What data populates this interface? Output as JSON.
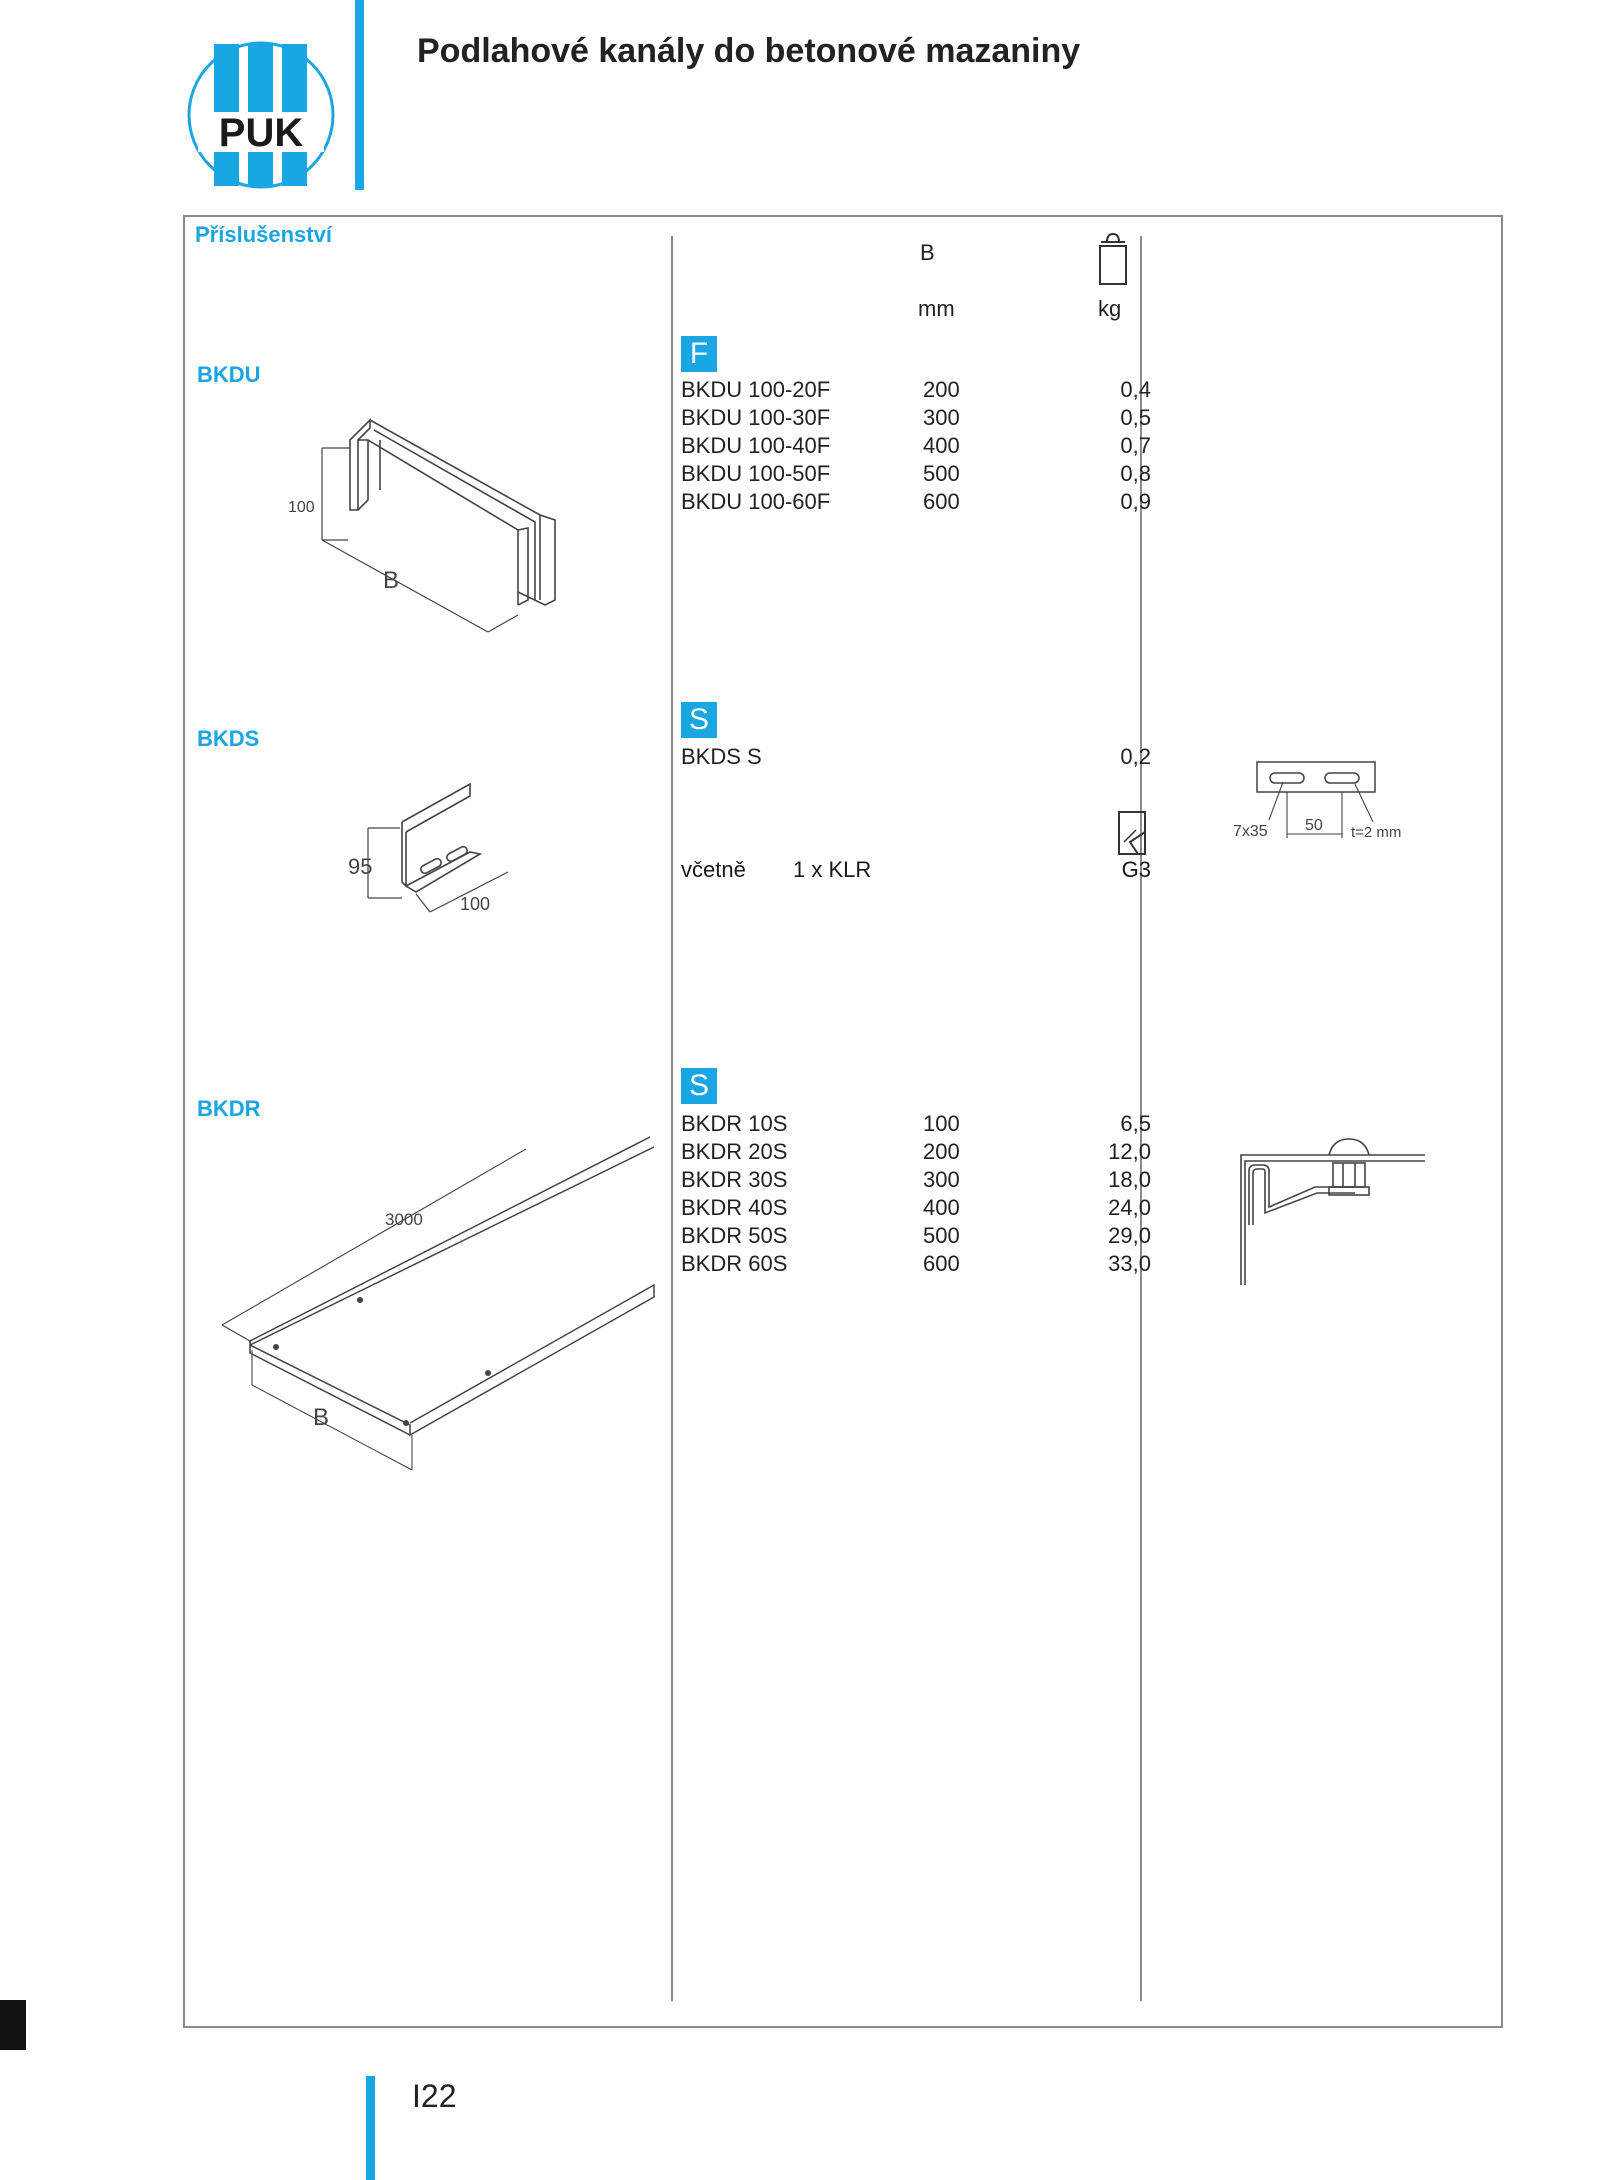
{
  "header": {
    "logo_text": "PUK",
    "title": "Podlahové kanály do betonové mazaniny"
  },
  "section_title": "Příslušenství",
  "columns": {
    "b_label": "B",
    "b_unit": "mm",
    "weight_unit": "kg",
    "weight_icon": "weight-icon"
  },
  "groups": [
    {
      "name": "BKDU",
      "badge": "F",
      "drawing_labels": {
        "height": "100",
        "width": "B"
      },
      "rows": [
        {
          "code": "BKDU 100-20F",
          "b": "200",
          "kg": "0,4"
        },
        {
          "code": "BKDU 100-30F",
          "b": "300",
          "kg": "0,5"
        },
        {
          "code": "BKDU 100-40F",
          "b": "400",
          "kg": "0,7"
        },
        {
          "code": "BKDU 100-50F",
          "b": "500",
          "kg": "0,8"
        },
        {
          "code": "BKDU 100-60F",
          "b": "600",
          "kg": "0,9"
        }
      ]
    },
    {
      "name": "BKDS",
      "badge": "S",
      "drawing_labels": {
        "height": "95",
        "depth": "100"
      },
      "rows": [
        {
          "code": "BKDS S",
          "b": "",
          "kg": "0,2"
        }
      ],
      "includes_label": "včetně",
      "includes_item": "1 x KLR",
      "includes_icon": "bag-icon",
      "includes_code": "G3",
      "detail_labels": {
        "slot": "7x35",
        "spacing": "50",
        "thickness": "t=2 mm"
      }
    },
    {
      "name": "BKDR",
      "badge": "S",
      "drawing_labels": {
        "length": "3000",
        "width": "B"
      },
      "rows": [
        {
          "code": "BKDR 10S",
          "b": "100",
          "kg": "6,5"
        },
        {
          "code": "BKDR 20S",
          "b": "200",
          "kg": "12,0"
        },
        {
          "code": "BKDR 30S",
          "b": "300",
          "kg": "18,0"
        },
        {
          "code": "BKDR 40S",
          "b": "400",
          "kg": "24,0"
        },
        {
          "code": "BKDR 50S",
          "b": "500",
          "kg": "29,0"
        },
        {
          "code": "BKDR 60S",
          "b": "600",
          "kg": "33,0"
        }
      ]
    }
  ],
  "footer": {
    "page_number": "I22"
  },
  "colors": {
    "accent": "#1aa5e3",
    "text": "#222222",
    "rule": "#8a8a8a"
  }
}
